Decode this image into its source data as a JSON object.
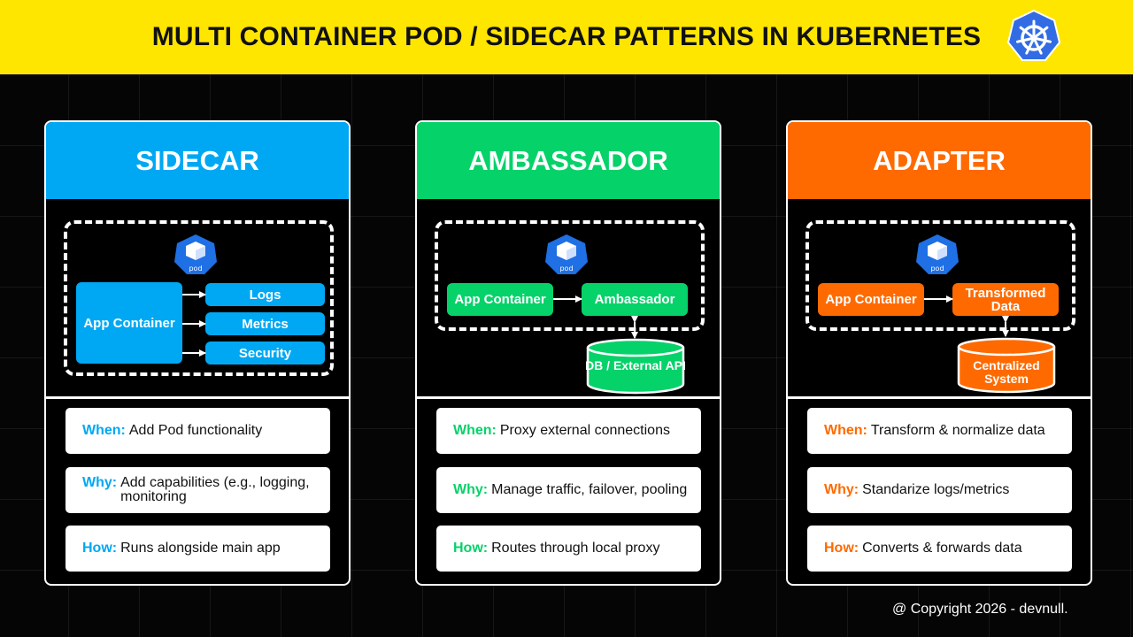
{
  "title": "MULTI CONTAINER POD / SIDECAR PATTERNS IN KUBERNETES",
  "pod_label": "pod",
  "colors": {
    "header": "#ffe600",
    "sidecar": "#00a8f3",
    "ambassador": "#06d26a",
    "adapter": "#ff6a00"
  },
  "sidecar": {
    "heading": "SIDECAR",
    "app": "App Container",
    "outputs": [
      "Logs",
      "Metrics",
      "Security"
    ],
    "when_key": "When:",
    "when": "Add Pod functionality",
    "why_key": "Why:",
    "why": "Add capabilities (e.g., logging, monitoring",
    "how_key": "How:",
    "how": "Runs alongside main app"
  },
  "ambassador": {
    "heading": "AMBASSADOR",
    "app": "App Container",
    "proxy": "Ambassador",
    "store": "DB / External API",
    "when_key": "When:",
    "when": "Proxy external connections",
    "why_key": "Why:",
    "why": "Manage traffic, failover, pooling",
    "how_key": "How:",
    "how": "Routes through local proxy"
  },
  "adapter": {
    "heading": "ADAPTER",
    "app": "App Container",
    "transform": "Transformed Data",
    "store": "Centralized System",
    "when_key": "When:",
    "when": "Transform & normalize data",
    "why_key": "Why:",
    "why": "Standarize logs/metrics",
    "how_key": "How:",
    "how": "Converts & forwards data"
  },
  "copyright": "@ Copyright 2026 - devnull."
}
